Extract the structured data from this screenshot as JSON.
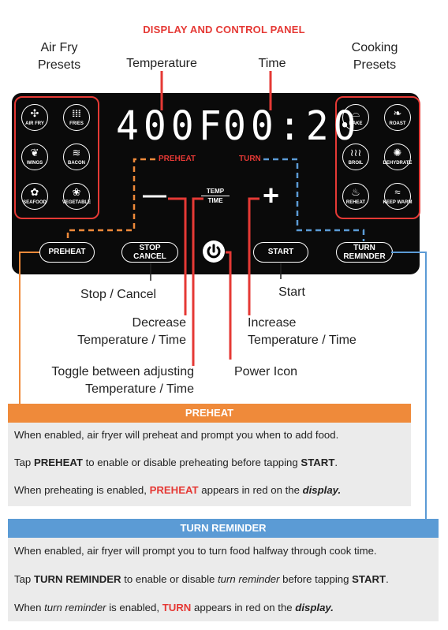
{
  "title": "DISPLAY AND CONTROL PANEL",
  "labels": {
    "air_fry_presets": [
      "Air Fry",
      "Presets"
    ],
    "temperature": "Temperature",
    "time": "Time",
    "cooking_presets": [
      "Cooking",
      "Presets"
    ],
    "stop_cancel": "Stop / Cancel",
    "start": "Start",
    "decrease": [
      "Decrease",
      "Temperature / Time"
    ],
    "increase": [
      "Increase",
      "Temperature / Time"
    ],
    "toggle": [
      "Toggle between adjusting",
      "Temperature / Time"
    ],
    "power_icon": "Power Icon"
  },
  "display": {
    "temperature": "400F",
    "time": "00:20",
    "preheat_indicator": "PREHEAT",
    "turn_indicator": "TURN",
    "temp_label": "TEMP",
    "time_label": "TIME",
    "minus": "—",
    "plus": "+"
  },
  "air_fry_presets": [
    {
      "name": "AIR FRY",
      "icon": "fan-icon",
      "glyph": "✣"
    },
    {
      "name": "FRIES",
      "icon": "fries-icon",
      "glyph": "𝍖"
    },
    {
      "name": "WINGS",
      "icon": "wings-icon",
      "glyph": "❦"
    },
    {
      "name": "BACON",
      "icon": "bacon-icon",
      "glyph": "≋"
    },
    {
      "name": "SEAFOOD",
      "icon": "fish-icon",
      "glyph": "✿"
    },
    {
      "name": "VEGETABLE",
      "icon": "vegetable-icon",
      "glyph": "❀"
    }
  ],
  "cooking_presets": [
    {
      "name": "BAKE",
      "icon": "bake-icon",
      "glyph": "⌓"
    },
    {
      "name": "ROAST",
      "icon": "roast-icon",
      "glyph": "❧"
    },
    {
      "name": "BROIL",
      "icon": "broil-icon",
      "glyph": "≀≀≀"
    },
    {
      "name": "DEHYDRATE",
      "icon": "dehydrate-icon",
      "glyph": "✺"
    },
    {
      "name": "REHEAT",
      "icon": "reheat-icon",
      "glyph": "♨"
    },
    {
      "name": "KEEP WARM",
      "icon": "keep-warm-icon",
      "glyph": "≈"
    }
  ],
  "buttons": {
    "preheat": "PREHEAT",
    "stop": "STOP",
    "cancel": "CANCEL",
    "start": "START",
    "turn": "TURN",
    "reminder": "REMINDER"
  },
  "preheat_box": {
    "header": "PREHEAT",
    "line1": "When enabled, air fryer will preheat and prompt you when to add food.",
    "line2": {
      "a": "Tap ",
      "b": "PREHEAT",
      "c": " to enable or disable preheating before tapping ",
      "d": "START",
      "e": "."
    },
    "line3": {
      "a": "When preheating is enabled, ",
      "b": "PREHEAT",
      "c": " appears in red on the ",
      "d": "display."
    }
  },
  "turn_box": {
    "header": "TURN REMINDER",
    "line1": "When enabled, air fryer will prompt you to turn food halfway through cook time.",
    "line2": {
      "a": "Tap ",
      "b": "TURN REMINDER",
      "c": " to enable or disable ",
      "d": "turn reminder",
      "e": " before tapping ",
      "f": "START",
      "g": "."
    },
    "line3": {
      "a": "When ",
      "b": "turn reminder",
      "c": " is enabled, ",
      "d": "TURN",
      "e": " appears in red on the ",
      "f": "display."
    }
  },
  "colors": {
    "accent_red": "#e53935",
    "preheat_orange": "#ef8a3a",
    "turn_blue": "#5b9bd5",
    "panel": "#0a0a0a",
    "box_bg": "#ebebeb"
  }
}
